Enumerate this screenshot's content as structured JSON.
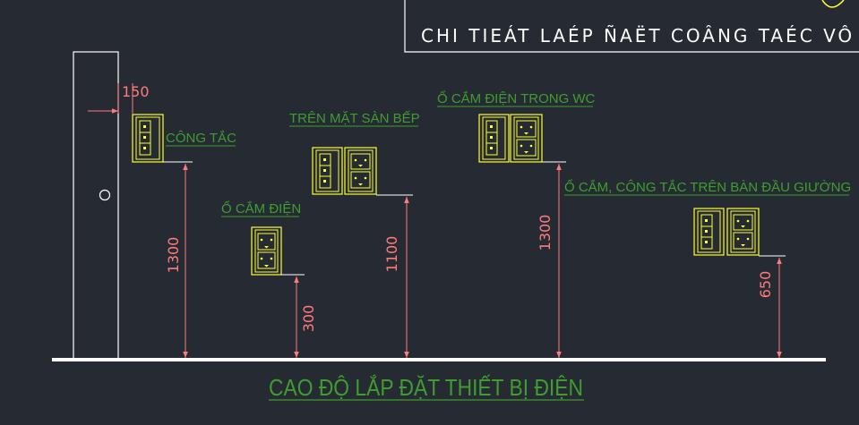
{
  "title": "CHI TIEÁT LAÉP ÑAËT COÂNG TAÉC VÔ T",
  "caption": "CAO ĐỘ LẮP ĐẶT THIẾT BỊ ĐIỆN",
  "labels": {
    "cong_tac": "CÔNG TẮC",
    "o_cam_dien": "Ổ CẮM ĐIỆN",
    "tren_mat_san_bep": "TRÊN MẶT SÀN BẾP",
    "o_cam_dien_trong_wc": "Ổ CẮM ĐIỆN TRONG WC",
    "o_cam_dau_giuong": "Ổ CẮM, CÔNG TẮC TRÊN BÀN ĐẦU GIƯỜNG"
  },
  "dimensions": {
    "offset": "150",
    "cong_tac_height": "1300",
    "o_cam_height": "300",
    "bep_height": "1100",
    "wc_height": "1300",
    "giuong_height": "650"
  },
  "colors": {
    "background": "#262b33",
    "line": "#ffffff",
    "device": "#ffff33",
    "label": "#3f9d2f",
    "dimension": "#ff7a7a"
  }
}
